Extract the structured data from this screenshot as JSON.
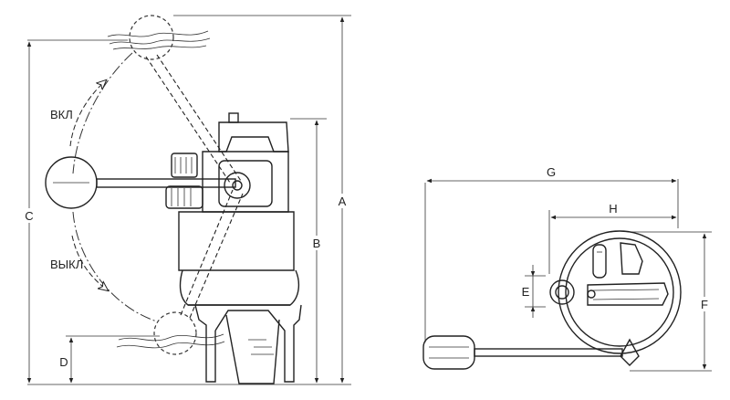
{
  "labels": {
    "on": "ВКЛ",
    "off": "ВЫКЛ",
    "A": "A",
    "B": "B",
    "C": "C",
    "D": "D",
    "E": "E",
    "F": "F",
    "G": "G",
    "H": "H"
  },
  "colors": {
    "line": "#222222",
    "background": "#ffffff"
  }
}
